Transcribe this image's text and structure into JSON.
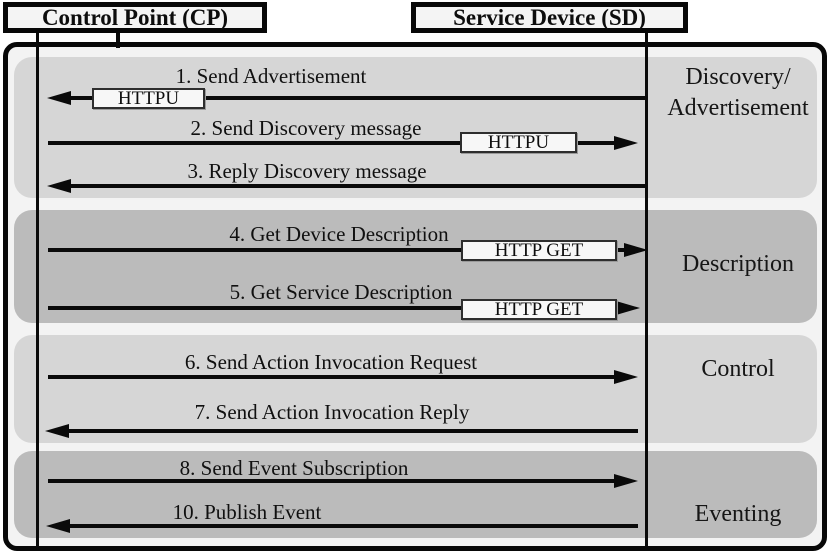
{
  "participants": {
    "cp": {
      "label": "Control Point (CP)"
    },
    "sd": {
      "label": "Service Device (SD)"
    }
  },
  "phases": {
    "discovery": {
      "line1": "Discovery/",
      "line2": "Advertisement"
    },
    "description": {
      "label": "Description"
    },
    "control": {
      "label": "Control"
    },
    "eventing": {
      "label": "Eventing"
    }
  },
  "messages": [
    {
      "id": 1,
      "label": "1. Send Advertisement",
      "direction": "left",
      "protocol": "HTTPU"
    },
    {
      "id": 2,
      "label": "2. Send Discovery message",
      "direction": "right",
      "protocol": "HTTPU"
    },
    {
      "id": 3,
      "label": "3. Reply Discovery message",
      "direction": "left",
      "protocol": ""
    },
    {
      "id": 4,
      "label": "4. Get Device Description",
      "direction": "right",
      "protocol": "HTTP GET"
    },
    {
      "id": 5,
      "label": "5. Get Service Description",
      "direction": "right",
      "protocol": "HTTP GET"
    },
    {
      "id": 6,
      "label": "6. Send Action Invocation Request",
      "direction": "right",
      "protocol": ""
    },
    {
      "id": 7,
      "label": "7. Send Action Invocation Reply",
      "direction": "left",
      "protocol": ""
    },
    {
      "id": 8,
      "label": "8. Send Event Subscription",
      "direction": "right",
      "protocol": ""
    },
    {
      "id": 10,
      "label": "10. Publish Event",
      "direction": "left",
      "protocol": ""
    }
  ],
  "colors": {
    "strip_light": "#d6d6d6",
    "strip_dark": "#bbbbbb",
    "panel_background": "#f3f3f3",
    "header_box_background": "#f4f4f4",
    "protocol_box_background": "#f7f7f7",
    "line": "#0a0a0a"
  }
}
